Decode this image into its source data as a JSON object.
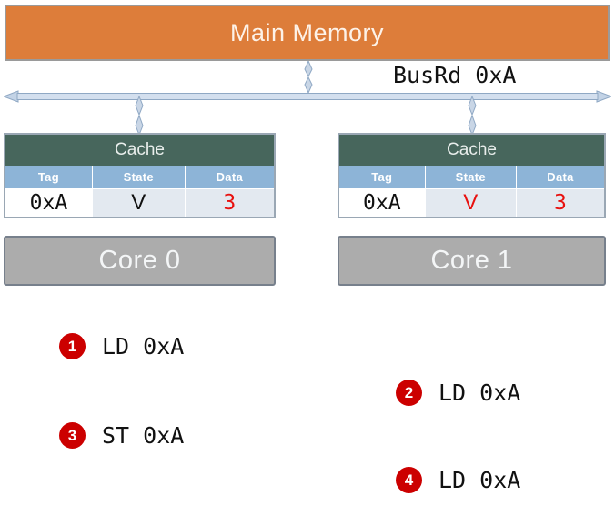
{
  "diagram": {
    "main_memory": {
      "label": "Main Memory",
      "color": "#DD7D3A"
    },
    "bus": {
      "label": "BusRd 0xA",
      "color": "#9BB7D4"
    },
    "caches": [
      {
        "title": "Cache",
        "columns": [
          "Tag",
          "State",
          "Data"
        ],
        "values": [
          "0xA",
          "V",
          "3"
        ],
        "value_colors": [
          "#111111",
          "#111111",
          "#E8110F"
        ]
      },
      {
        "title": "Cache",
        "columns": [
          "Tag",
          "State",
          "Data"
        ],
        "values": [
          "0xA",
          "V",
          "3"
        ],
        "value_colors": [
          "#111111",
          "#E8110F",
          "#E8110F"
        ]
      }
    ],
    "cores": [
      {
        "label": "Core 0"
      },
      {
        "label": "Core 1"
      }
    ]
  },
  "steps": [
    {
      "number": "1",
      "instruction": "LD 0xA"
    },
    {
      "number": "2",
      "instruction": "LD 0xA"
    },
    {
      "number": "3",
      "instruction": "ST 0xA"
    },
    {
      "number": "4",
      "instruction": "LD 0xA"
    }
  ],
  "colors": {
    "bullet": "#CC0000",
    "cache_header": "#47665C",
    "cache_column_header": "#8DB4D7",
    "core": "#ACACAC"
  }
}
